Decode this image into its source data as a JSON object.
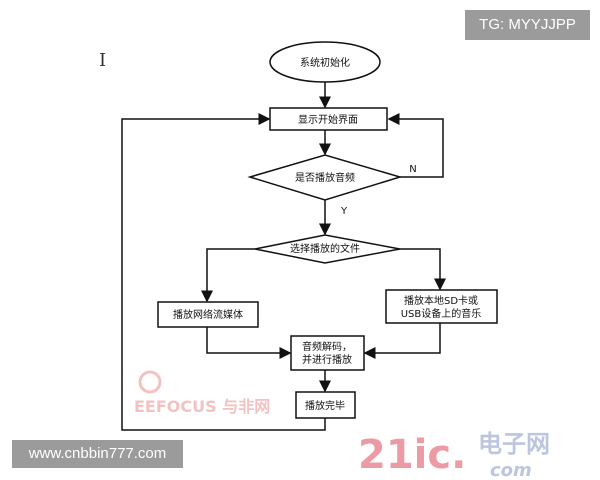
{
  "flowchart": {
    "start": "系统初始化",
    "show_start_screen": "显示开始界面",
    "decision_play_audio": "是否播放音频",
    "no_label": "N",
    "yes_label": "Y",
    "decision_select_file": "选择播放的文件",
    "play_network_stream": "播放网络流媒体",
    "play_local_line1": "播放本地SD卡或",
    "play_local_line2": "USB设备上的音乐",
    "decode_line1": "音频解码，",
    "decode_line2": "并进行播放",
    "play_finished": "播放完毕"
  },
  "watermarks": {
    "eefocus": "EEFOCUS 与非网",
    "site_21ic_a": "21ic.",
    "site_21ic_b": "电子网",
    "site_21ic_c": "com"
  },
  "overlays": {
    "tg_badge": "TG: MYYJJPP",
    "site_badge": "www.cnbbin777.com",
    "cursor": "I"
  }
}
